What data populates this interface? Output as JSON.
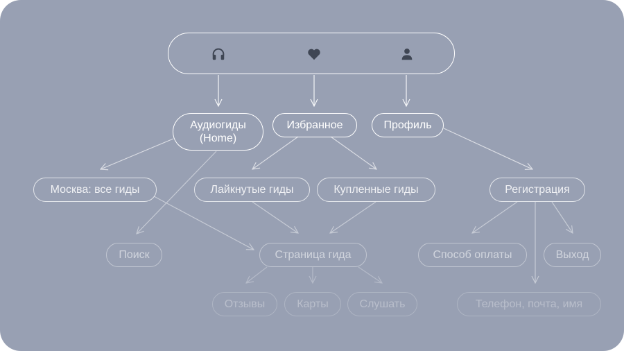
{
  "colors": {
    "background": "#98a0b3",
    "icon": "#3f4654",
    "line": "#ffffff"
  },
  "navbar": {
    "icons": [
      "headphones-icon",
      "heart-icon",
      "user-icon"
    ]
  },
  "nodes": {
    "audioguides": "Аудиогиды (Home)",
    "favorites": "Избранное",
    "profile": "Профиль",
    "moscow_guides": "Москва: все гиды",
    "liked_guides": "Лайкнутые гиды",
    "bought_guides": "Купленные гиды",
    "registration": "Регистрация",
    "search": "Поиск",
    "guide_page": "Страница гида",
    "payment_method": "Способ оплаты",
    "logout": "Выход",
    "reviews": "Отзывы",
    "maps": "Карты",
    "listen": "Слушать",
    "contact_info": "Телефон, почта, имя"
  }
}
